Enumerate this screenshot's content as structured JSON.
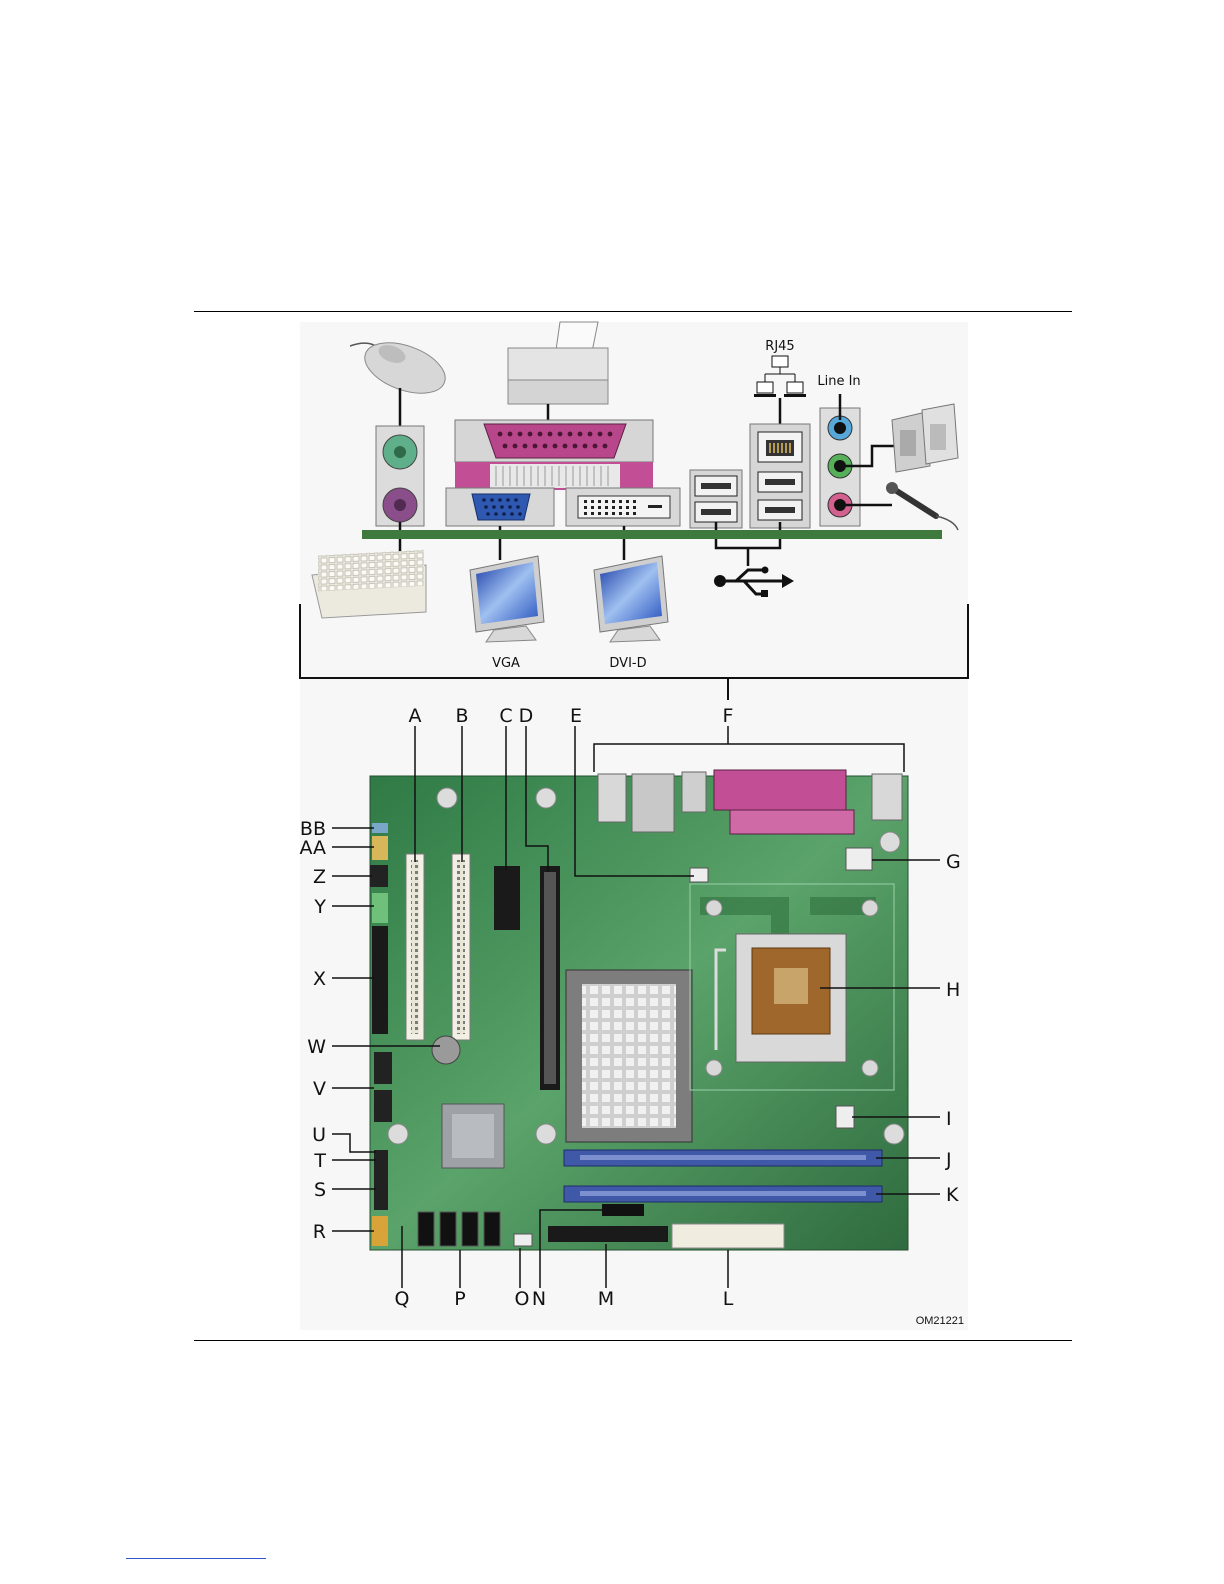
{
  "figure": {
    "io_labels": {
      "rj45": "RJ45",
      "line_in": "Line In",
      "vga": "VGA",
      "dvi": "DVI-D"
    },
    "figure_code": "OM21221",
    "callouts_top": [
      "A",
      "B",
      "C",
      "D",
      "E",
      "F"
    ],
    "callouts_right": [
      "G",
      "H",
      "I",
      "J",
      "K"
    ],
    "callouts_bottom": [
      "Q",
      "P",
      "O",
      "N",
      "M",
      "L"
    ],
    "callouts_left": [
      "BB",
      "AA",
      "Z",
      "Y",
      "X",
      "W",
      "V",
      "U",
      "T",
      "S",
      "R"
    ]
  },
  "colors": {
    "board_green": "#3e8b52",
    "board_dark": "#2f6b3e",
    "dimm_blue": "#4a63b8",
    "ps2_mouse": "#5fb08a",
    "ps2_keyboard": "#8a4f8a",
    "parallel_magenta": "#b8468a",
    "vga_blue": "#2f59b0",
    "audio_blue": "#56a8d8",
    "audio_green": "#56b05a",
    "audio_pink": "#d3608f"
  }
}
